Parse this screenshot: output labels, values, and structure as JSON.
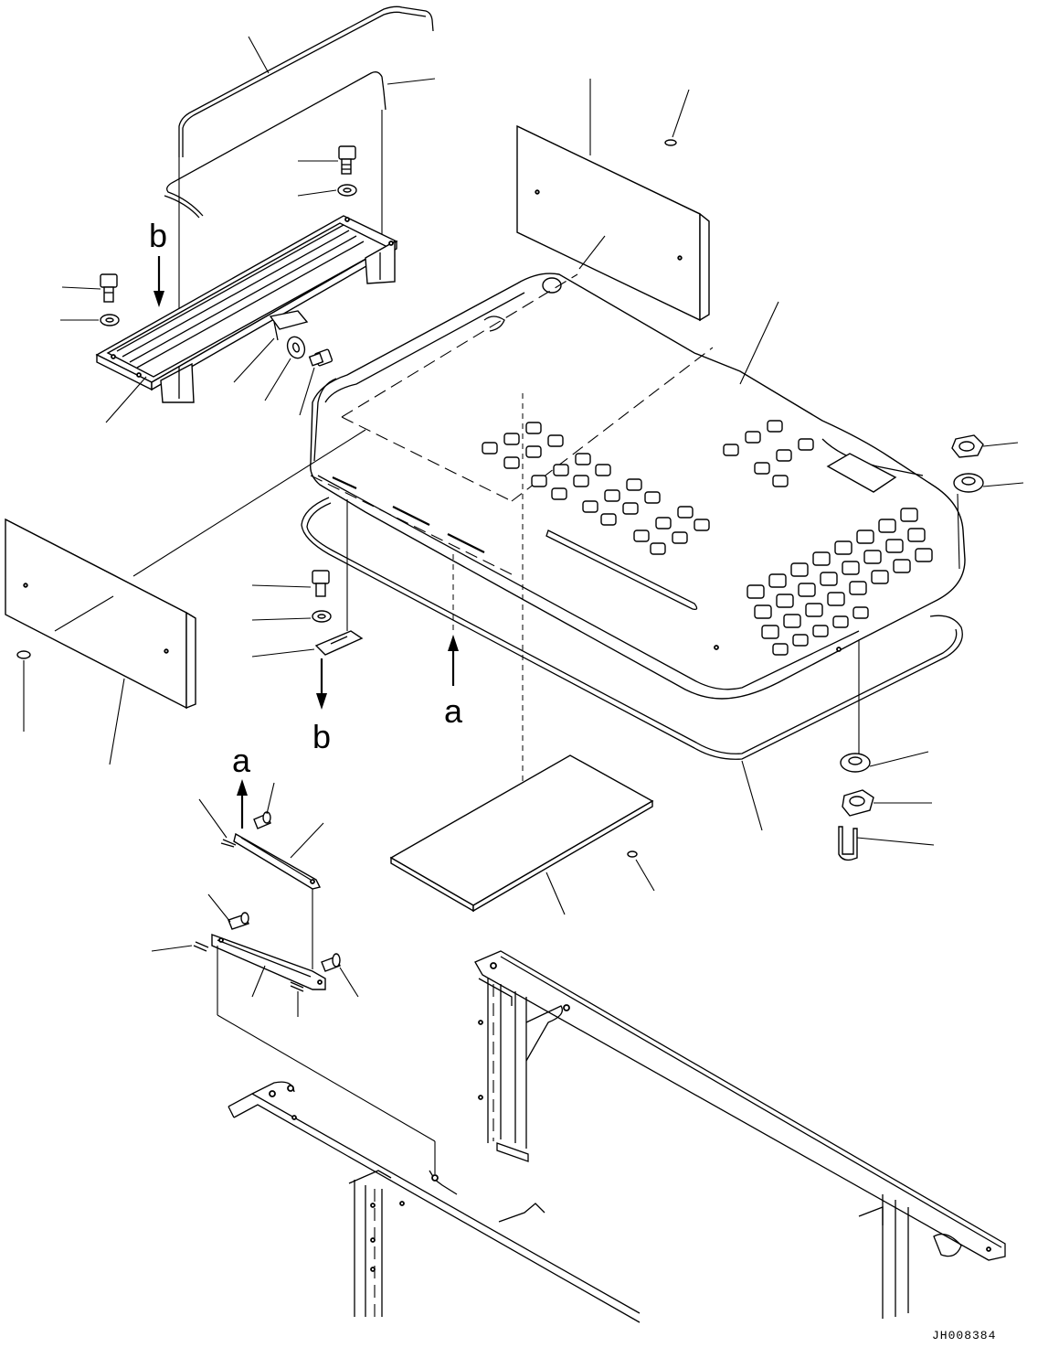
{
  "diagram": {
    "callouts": {
      "a_upper": "a",
      "a_lower": "a",
      "b_upper": "b",
      "b_lower": "b"
    },
    "drawing_code": "JH008384"
  }
}
